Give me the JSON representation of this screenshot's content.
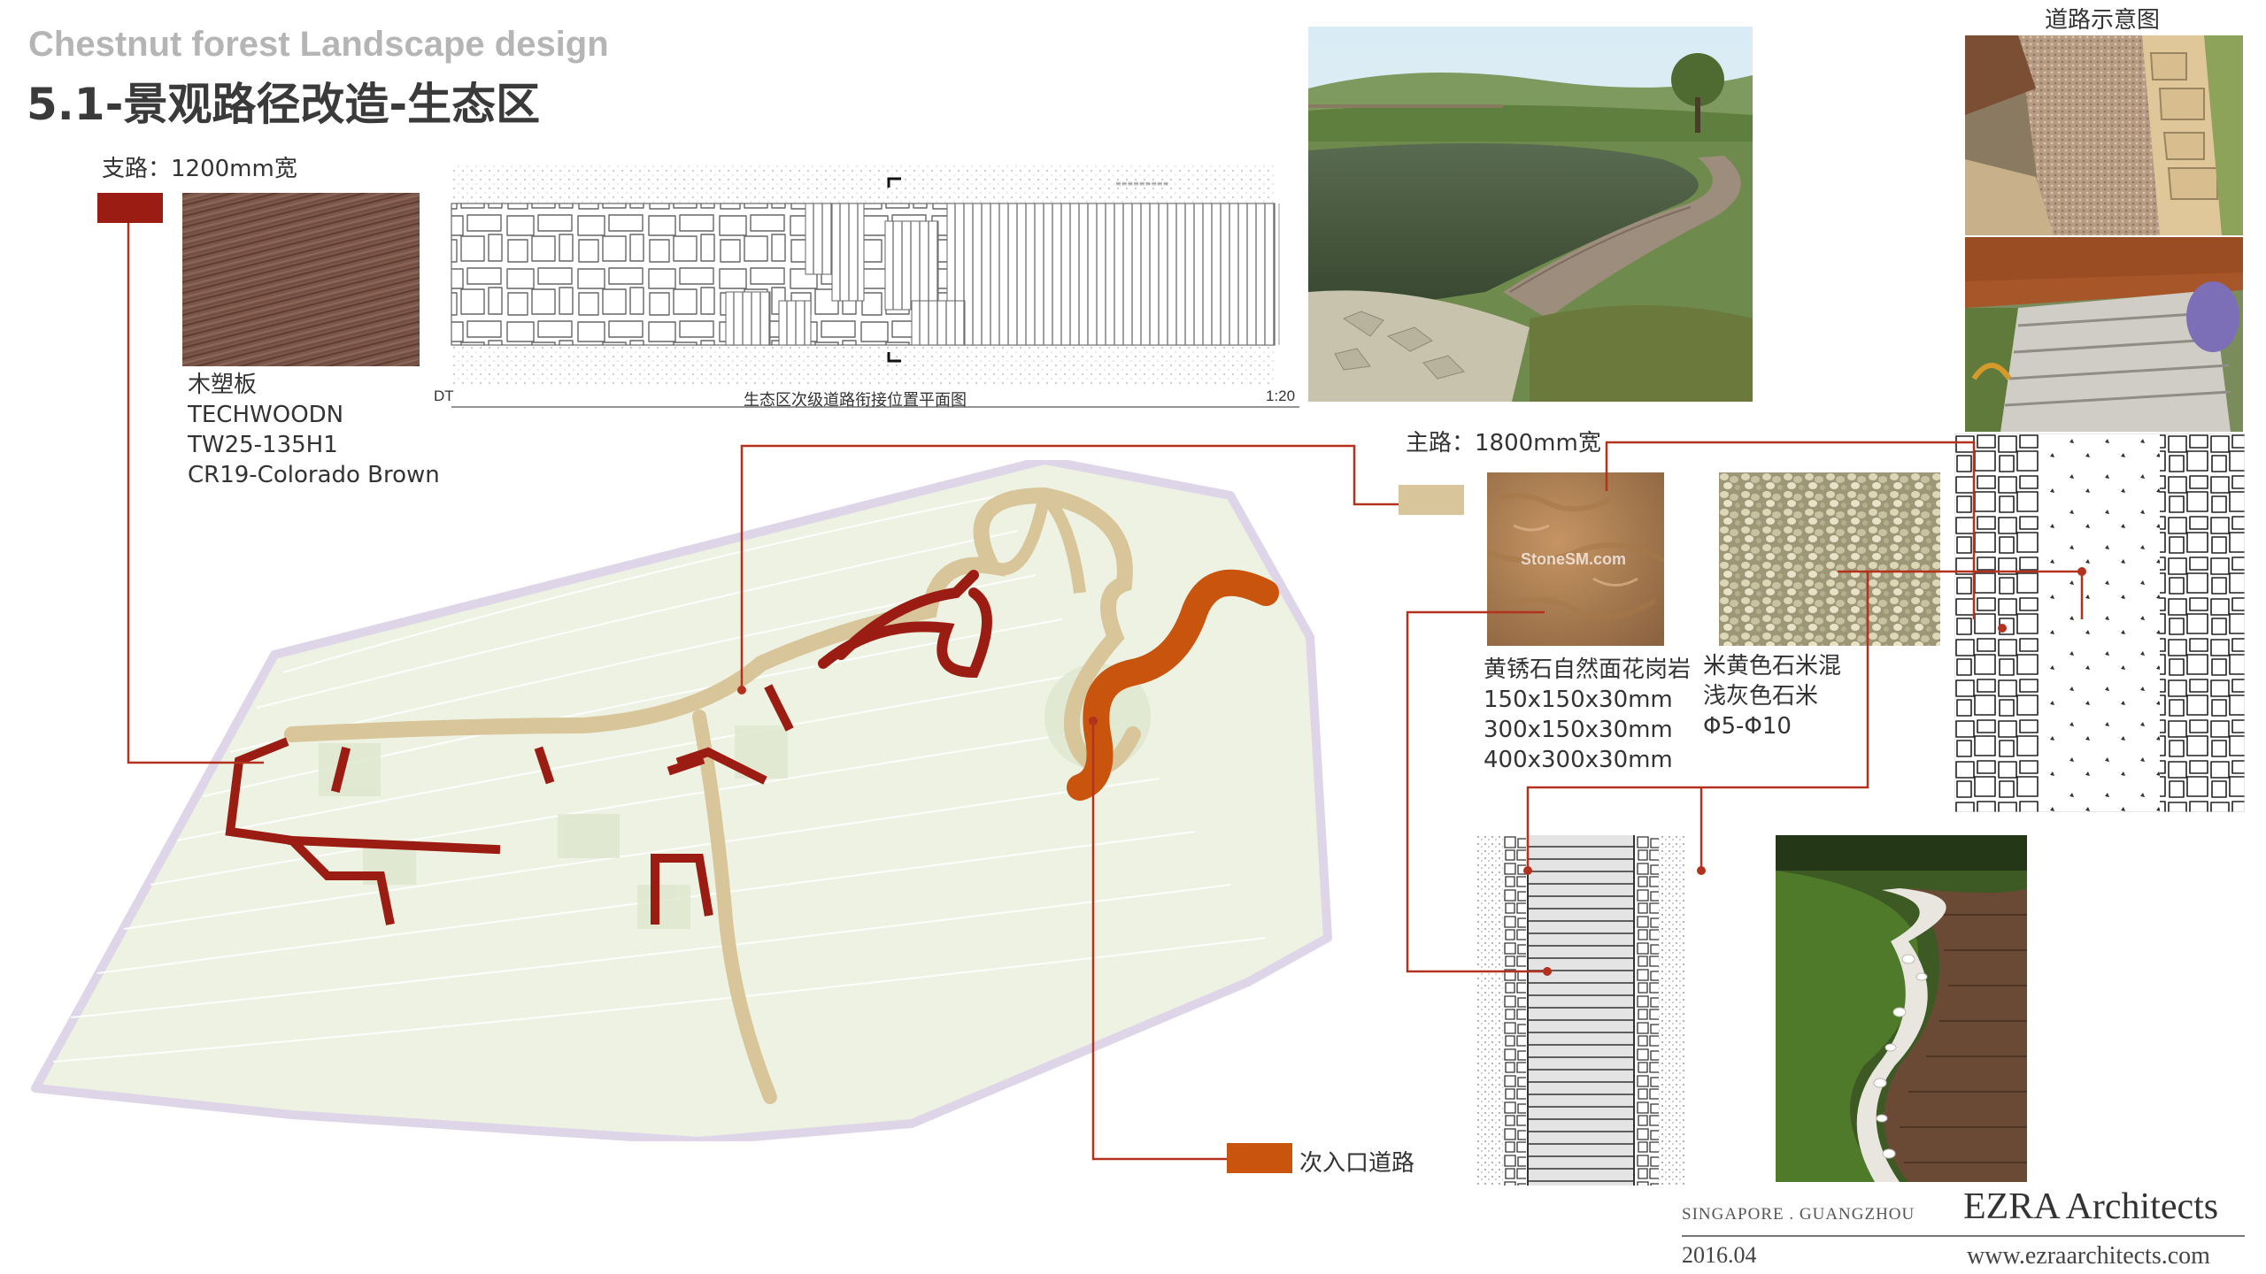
{
  "header": {
    "subtitle": "Chestnut forest Landscape design",
    "title": "5.1-景观路径改造-生态区"
  },
  "branch_path": {
    "label": "支路：1200mm宽",
    "material_name": "木塑板",
    "brand": "TECHWOODN",
    "model": "TW25-135H1",
    "color_code": "CR19-Colorado Brown",
    "color": "#9b1c12"
  },
  "plan_drawing": {
    "left_label": "DT",
    "caption": "生态区次级道路衔接位置平面图",
    "scale": "1:20"
  },
  "main_path": {
    "label": "主路：1800mm宽",
    "color": "#d8c59a",
    "granite": {
      "name": "黄锈石自然面花岗岩",
      "sizes": [
        "150x150x30mm",
        "300x150x30mm",
        "400x300x30mm"
      ],
      "watermark": "StoneSM.com"
    },
    "gravel": {
      "lines": [
        "米黄色石米混",
        "浅灰色石米",
        "Φ5-Φ10"
      ]
    }
  },
  "secondary_entry": {
    "label": "次入口道路",
    "color": "#c9540e"
  },
  "reference": {
    "title": "道路示意图"
  },
  "footer": {
    "cities": "SINGAPORE . GUANGZHOU",
    "firm": "EZRA Architects",
    "date": "2016.04",
    "url": "www.ezraarchitects.com"
  }
}
